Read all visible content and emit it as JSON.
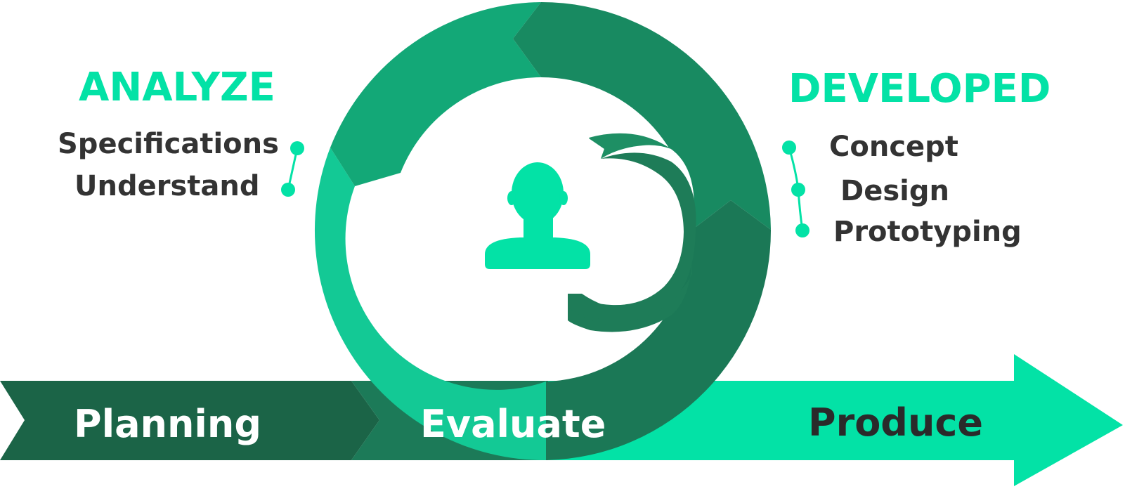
{
  "left_panel": {
    "title": "ANALYZE",
    "items": [
      "Specifications",
      "Understand"
    ]
  },
  "right_panel": {
    "title": "DEVELOPED",
    "items": [
      "Concept",
      "Design",
      "Prototyping"
    ]
  },
  "stages": [
    "Planning",
    "Evaluate",
    "Produce"
  ],
  "center_icon": "person-icon",
  "colors": {
    "accent": "#03e2a6",
    "planning_band": "#1b6447",
    "evaluate_band": "#1c7a58",
    "ring_top_left": "#13a877",
    "ring_top_right": "#188a61",
    "ring_bottom_right": "#1b7856",
    "ring_left": "#13c995",
    "text_dark": "#333333"
  }
}
